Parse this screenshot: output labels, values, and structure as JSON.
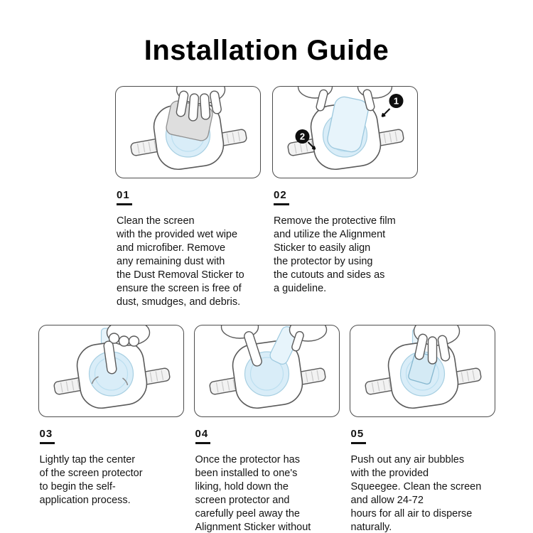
{
  "title": "Installation Guide",
  "colors": {
    "screen_blue": "#d9edf8",
    "film_blue": "#e7f4fb",
    "line_gray": "#5a5a5a",
    "tab_gray": "#f2f2f2",
    "text_black": "#141414"
  },
  "steps": [
    {
      "number": "01",
      "description": "Clean the screen\nwith the provided wet wipe\nand microfiber. Remove\nany remaining dust with\nthe Dust Removal Sticker to\nensure the screen is free of\ndust, smudges, and debris."
    },
    {
      "number": "02",
      "description": "Remove the protective film\nand utilize the Alignment\nSticker to easily align\nthe protector by using\nthe cutouts and sides as\na guideline.",
      "badge_primary": "1",
      "badge_secondary": "2"
    },
    {
      "number": "03",
      "description": "Lightly tap the center\nof the screen protector\nto begin the self-\napplication process."
    },
    {
      "number": "04",
      "description": "Once the protector has\nbeen installed to one's\nliking, hold down the\nscreen protector and\ncarefully peel away the\nAlignment Sticker without\nlifting the glass."
    },
    {
      "number": "05",
      "description": "Push out any air bubbles\nwith the provided\nSqueegee. Clean the screen\nand allow 24-72\nhours for all air to disperse\nnaturally."
    }
  ]
}
